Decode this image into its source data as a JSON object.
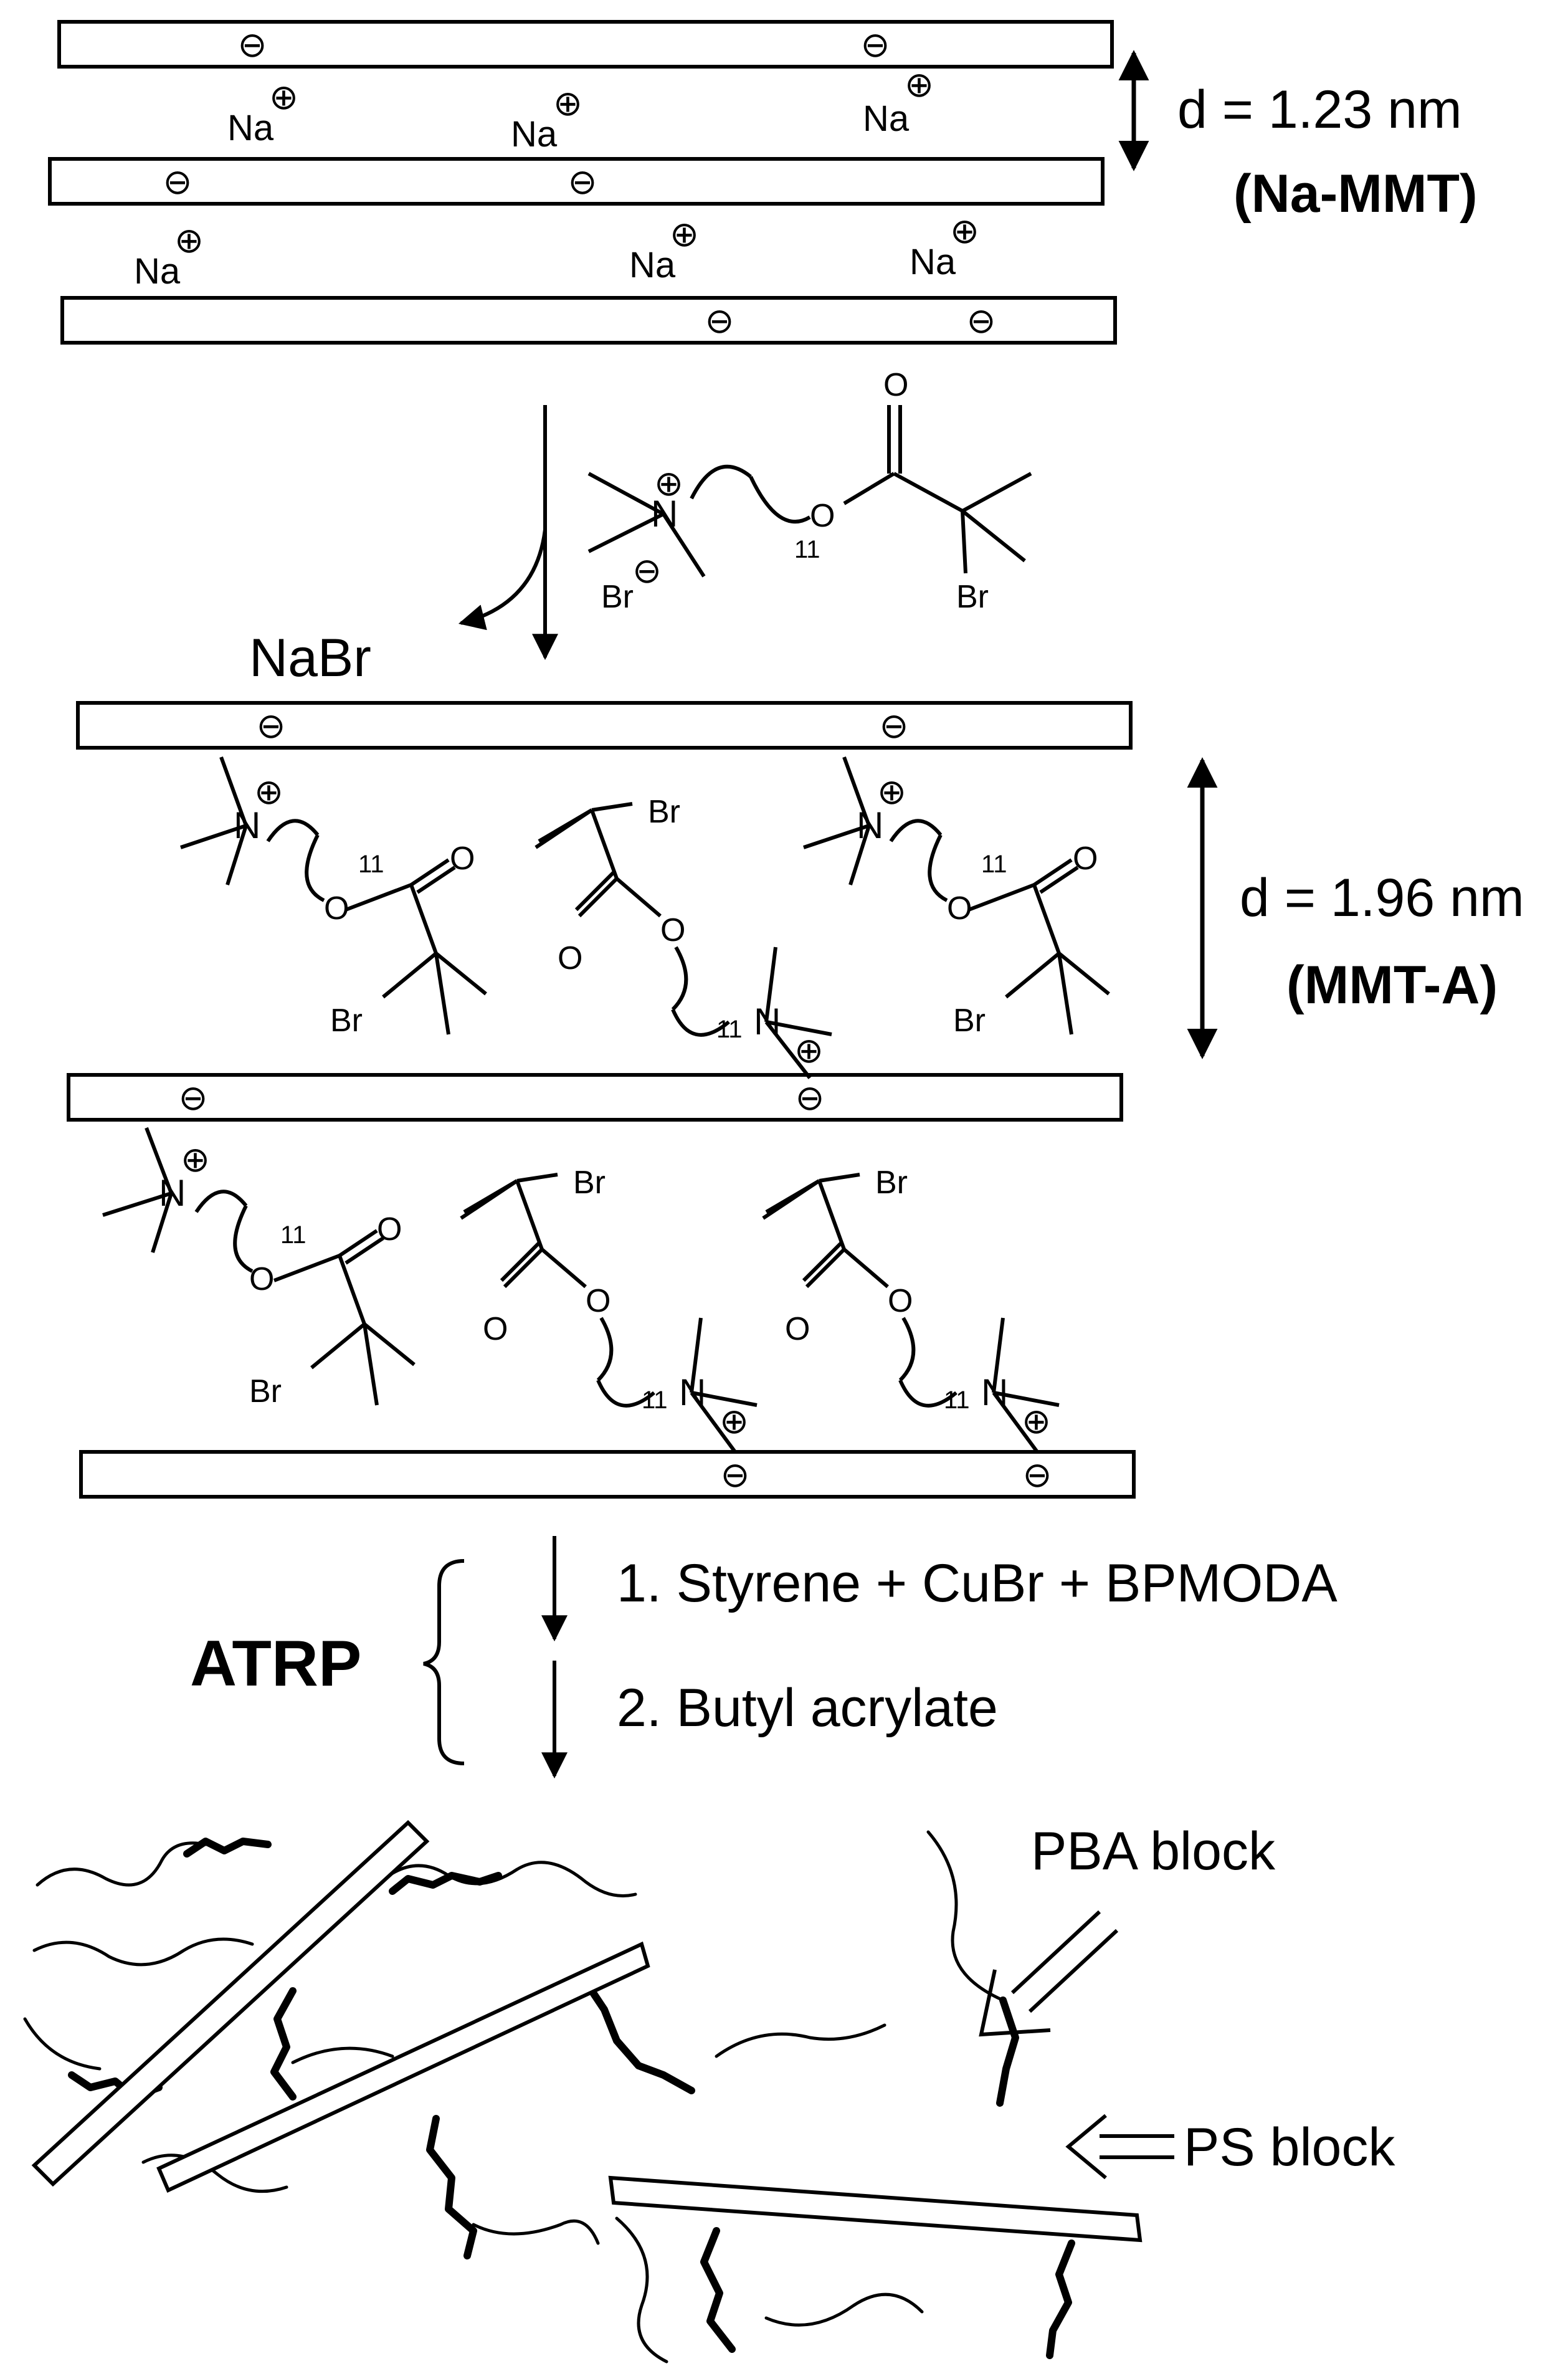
{
  "labels": {
    "spacing_na": "d = 1.23 nm",
    "name_na": "(Na-MMT)",
    "spacing_a": "d = 1.96 nm",
    "name_a": "(MMT-A)",
    "byproduct": "NaBr",
    "method": "ATRP",
    "step1": "1. Styrene + CuBr + BPMODA",
    "step2": "2. Butyl acrylate",
    "pba": "PBA block",
    "ps": "PS block"
  },
  "chem": {
    "na": "Na",
    "br": "Br",
    "n": "N",
    "o": "O",
    "br_minus": "Br",
    "repeat": "11"
  },
  "symbols": {
    "minus": "⊖",
    "plus": "⊕"
  },
  "colors": {
    "ink": "#000000",
    "paper": "#ffffff"
  }
}
